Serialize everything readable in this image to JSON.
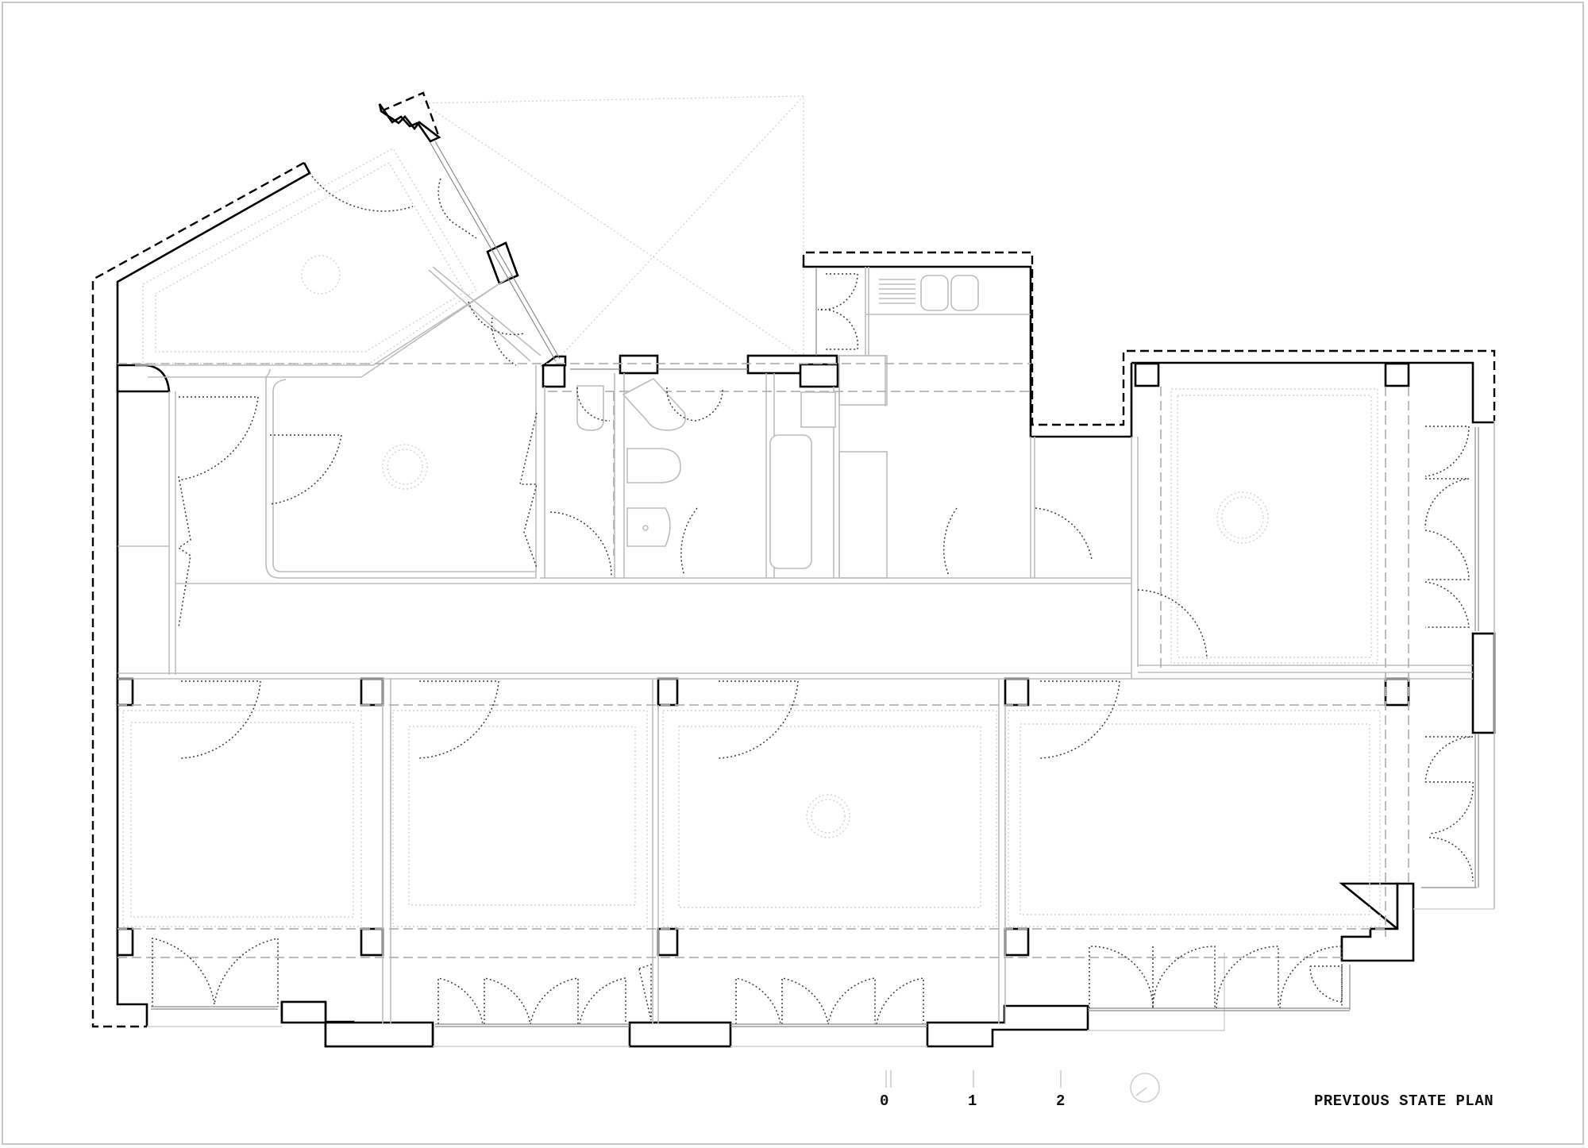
{
  "drawing": {
    "title": "PREVIOUS STATE PLAN",
    "type": "architectural floor plan",
    "scale_bar": {
      "labels": [
        "0",
        "1",
        "2"
      ],
      "unit_hint": "m"
    },
    "north_arrow": "north-arrow-icon",
    "legend": {
      "solid_thick_line": "existing wall / pillar",
      "dashed_thick_line": "outer facade line",
      "dotted_arc": "door swing",
      "light_dotted": "ceiling moulding",
      "dashed_grey": "beam line"
    },
    "colors": {
      "wall": "#000000",
      "secondary_line": "#bdbdbd",
      "door_swing": "#3a3a3a",
      "frame": "#c8c8c8",
      "background": "#ffffff"
    },
    "rooms": [
      {
        "id": "angled-room",
        "feature": "ceiling rose"
      },
      {
        "id": "hall-room",
        "feature": "ceiling rose"
      },
      {
        "id": "toilet",
        "fixtures": [
          "toilet"
        ]
      },
      {
        "id": "bathroom",
        "fixtures": [
          "bidet",
          "toilet",
          "washbasin"
        ]
      },
      {
        "id": "bath",
        "fixtures": [
          "bathtub",
          "cabinet"
        ]
      },
      {
        "id": "kitchen",
        "fixtures": [
          "drainboard",
          "double sink"
        ]
      },
      {
        "id": "corner-room",
        "feature": "ceiling rose"
      },
      {
        "id": "bedroom-1"
      },
      {
        "id": "bedroom-2"
      },
      {
        "id": "living-room",
        "feature": "ceiling rose"
      },
      {
        "id": "bedroom-4"
      }
    ]
  }
}
